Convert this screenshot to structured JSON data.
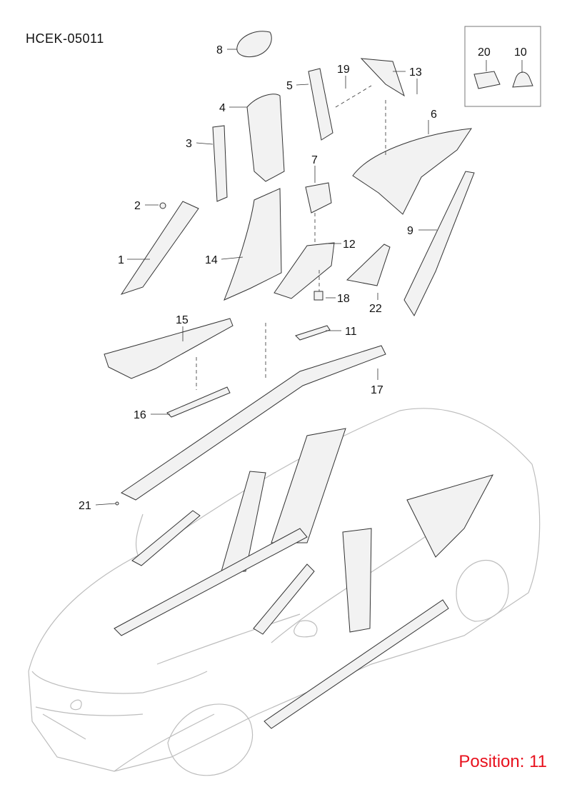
{
  "diagram": {
    "code": "HCEK-05011",
    "position_label": "Position: 11",
    "accent_color": "#e8121e",
    "callouts": [
      "1",
      "2",
      "3",
      "4",
      "5",
      "6",
      "7",
      "8",
      "9",
      "10",
      "11",
      "12",
      "13",
      "14",
      "15",
      "16",
      "17",
      "18",
      "19",
      "20",
      "21",
      "22"
    ]
  }
}
